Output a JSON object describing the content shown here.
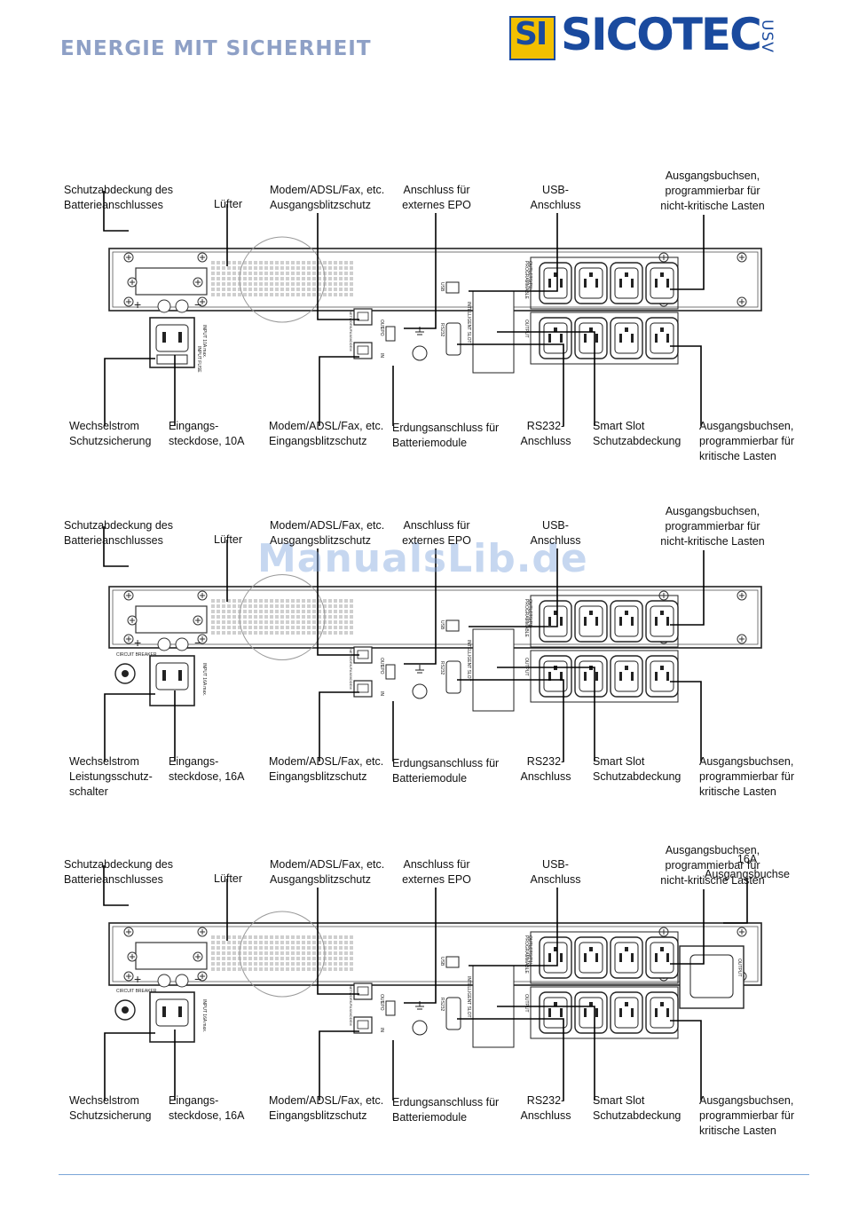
{
  "header": {
    "tagline": "ENERGIE MIT SICHERHEIT",
    "logo_badge": "SI",
    "logo_word": "SICOTEC",
    "logo_suffix": "USV"
  },
  "watermark": "ManualsLib.de",
  "panel_text": {
    "programmable": "PROGRAMMABLE",
    "outlets": "OUTLETS(P1)",
    "output": "OUTPUT",
    "usb": "USB",
    "rs232": "RS232",
    "intelligent_slot": "INTELLIGENT SLOT",
    "out": "OUT",
    "in": "IN",
    "epo": "EPO",
    "input_10a": "INPUT 10A max.",
    "input_16a": "INPUT 16A max.",
    "input_fuse": "INPUT FUSE",
    "circuit_breaker": "CIRCUIT BREAKER",
    "network": "NETWORK/FAX/MODEM"
  },
  "diagrams": [
    {
      "labels": {
        "battery_cover": [
          "Schutzabdeckung des",
          "Batterieanschlusses"
        ],
        "fan": [
          "Lüfter"
        ],
        "modem_out": [
          "Modem/ADSL/Fax, etc.",
          "Ausgangsblitzschutz"
        ],
        "epo": [
          "Anschluss für",
          "externes EPO"
        ],
        "usb": [
          "USB-",
          "Anschluss"
        ],
        "noncritical": [
          "Ausgangsbuchsen,",
          "programmierbar für",
          "nicht-kritische Lasten"
        ],
        "breaker": [
          "Wechselstrom",
          "Schutzsicherung"
        ],
        "input": [
          "Eingangs-",
          "steckdose, 10A"
        ],
        "modem_in": [
          "Modem/ADSL/Fax, etc.",
          "Eingangsblitzschutz"
        ],
        "ground": [
          "Erdungsanschluss für",
          "Batteriemodule"
        ],
        "rs232": [
          "RS232-",
          "Anschluss"
        ],
        "smart_slot": [
          "Smart Slot",
          "Schutzabdeckung"
        ],
        "critical": [
          "Ausgangsbuchsen,",
          "programmierbar für",
          "kritische Lasten"
        ]
      }
    },
    {
      "labels": {
        "battery_cover": [
          "Schutzabdeckung des",
          "Batterieanschlusses"
        ],
        "fan": [
          "Lüfter"
        ],
        "modem_out": [
          "Modem/ADSL/Fax, etc.",
          "Ausgangsblitzschutz"
        ],
        "epo": [
          "Anschluss für",
          "externes EPO"
        ],
        "usb": [
          "USB-",
          "Anschluss"
        ],
        "noncritical": [
          "Ausgangsbuchsen,",
          "programmierbar für",
          "nicht-kritische Lasten"
        ],
        "breaker": [
          "Wechselstrom",
          "Leistungsschutz-",
          "schalter"
        ],
        "input": [
          "Eingangs-",
          "steckdose, 16A"
        ],
        "modem_in": [
          "Modem/ADSL/Fax, etc.",
          "Eingangsblitzschutz"
        ],
        "ground": [
          "Erdungsanschluss für",
          "Batteriemodule"
        ],
        "rs232": [
          "RS232-",
          "Anschluss"
        ],
        "smart_slot": [
          "Smart Slot",
          "Schutzabdeckung"
        ],
        "critical": [
          "Ausgangsbuchsen,",
          "programmierbar für",
          "kritische Lasten"
        ]
      }
    },
    {
      "labels": {
        "battery_cover": [
          "Schutzabdeckung des",
          "Batterieanschlusses"
        ],
        "fan": [
          "Lüfter"
        ],
        "modem_out": [
          "Modem/ADSL/Fax, etc.",
          "Ausgangsblitzschutz"
        ],
        "epo": [
          "Anschluss für",
          "externes EPO"
        ],
        "usb": [
          "USB-",
          "Anschluss"
        ],
        "noncritical": [
          "Ausgangsbuchsen,",
          "programmierbar für",
          "nicht-kritische Lasten"
        ],
        "out16": [
          "16A",
          "Ausgangsbuchse"
        ],
        "breaker": [
          "Wechselstrom",
          "Schutzsicherung"
        ],
        "input": [
          "Eingangs-",
          "steckdose, 16A"
        ],
        "modem_in": [
          "Modem/ADSL/Fax, etc.",
          "Eingangsblitzschutz"
        ],
        "ground": [
          "Erdungsanschluss für",
          "Batteriemodule"
        ],
        "rs232": [
          "RS232-",
          "Anschluss"
        ],
        "smart_slot": [
          "Smart Slot",
          "Schutzabdeckung"
        ],
        "critical": [
          "Ausgangsbuchsen,",
          "programmierbar für",
          "kritische Lasten"
        ]
      }
    }
  ]
}
